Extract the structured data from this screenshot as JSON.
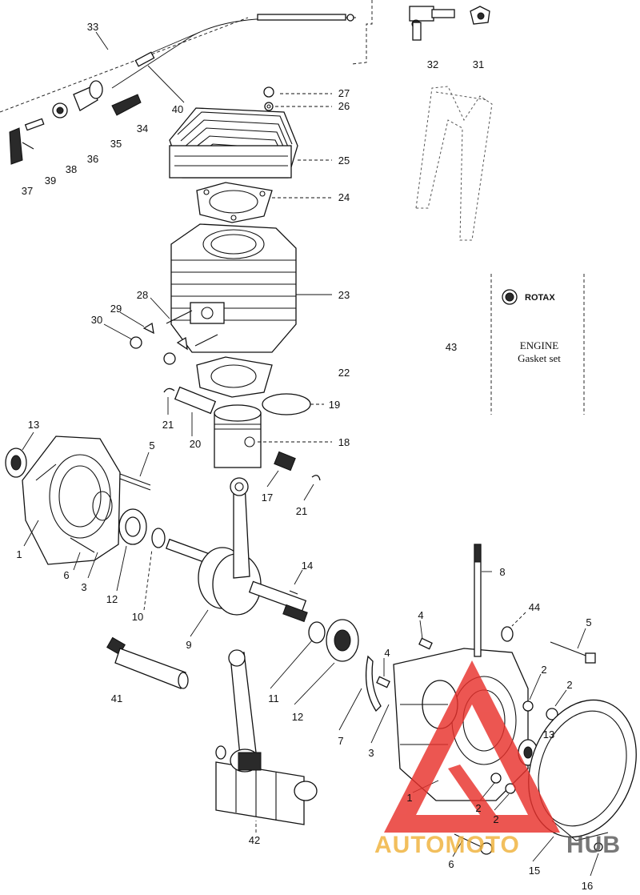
{
  "callouts": {
    "c33": "33",
    "c32": "32",
    "c31": "31",
    "c40": "40",
    "c27": "27",
    "c26": "26",
    "c34": "34",
    "c35": "35",
    "c36": "36",
    "c38": "38",
    "c39": "39",
    "c37": "37",
    "c25": "25",
    "c24": "24",
    "c23": "23",
    "c28": "28",
    "c29": "29",
    "c30": "30",
    "c22": "22",
    "c19": "19",
    "c21a": "21",
    "c20": "20",
    "c18": "18",
    "c13a": "13",
    "c5a": "5",
    "c17": "17",
    "c21b": "21",
    "c1a": "1",
    "c6a": "6",
    "c3a": "3",
    "c12a": "12",
    "c10": "10",
    "c14": "14",
    "c8": "8",
    "c9": "9",
    "c44": "44",
    "c4a": "4",
    "c5b": "5",
    "c4b": "4",
    "c2a": "2",
    "c2b": "2",
    "c41": "41",
    "c11": "11",
    "c12b": "12",
    "c13b": "13",
    "c7": "7",
    "c3b": "3",
    "c1b": "1",
    "c2c": "2",
    "c2d": "2",
    "c42": "42",
    "c6b": "6",
    "c15": "15",
    "c16": "16",
    "c43": "43"
  },
  "gasket_box": {
    "brand": "ROTAX",
    "line1": "ENGINE",
    "line2": "Gasket set"
  },
  "watermark": {
    "part1": "AUTOMOTO",
    "part2": "HUB",
    "color_main": "#e8312c",
    "color_sub": "#f0b23a",
    "color_dark": "#5a5a5a"
  }
}
